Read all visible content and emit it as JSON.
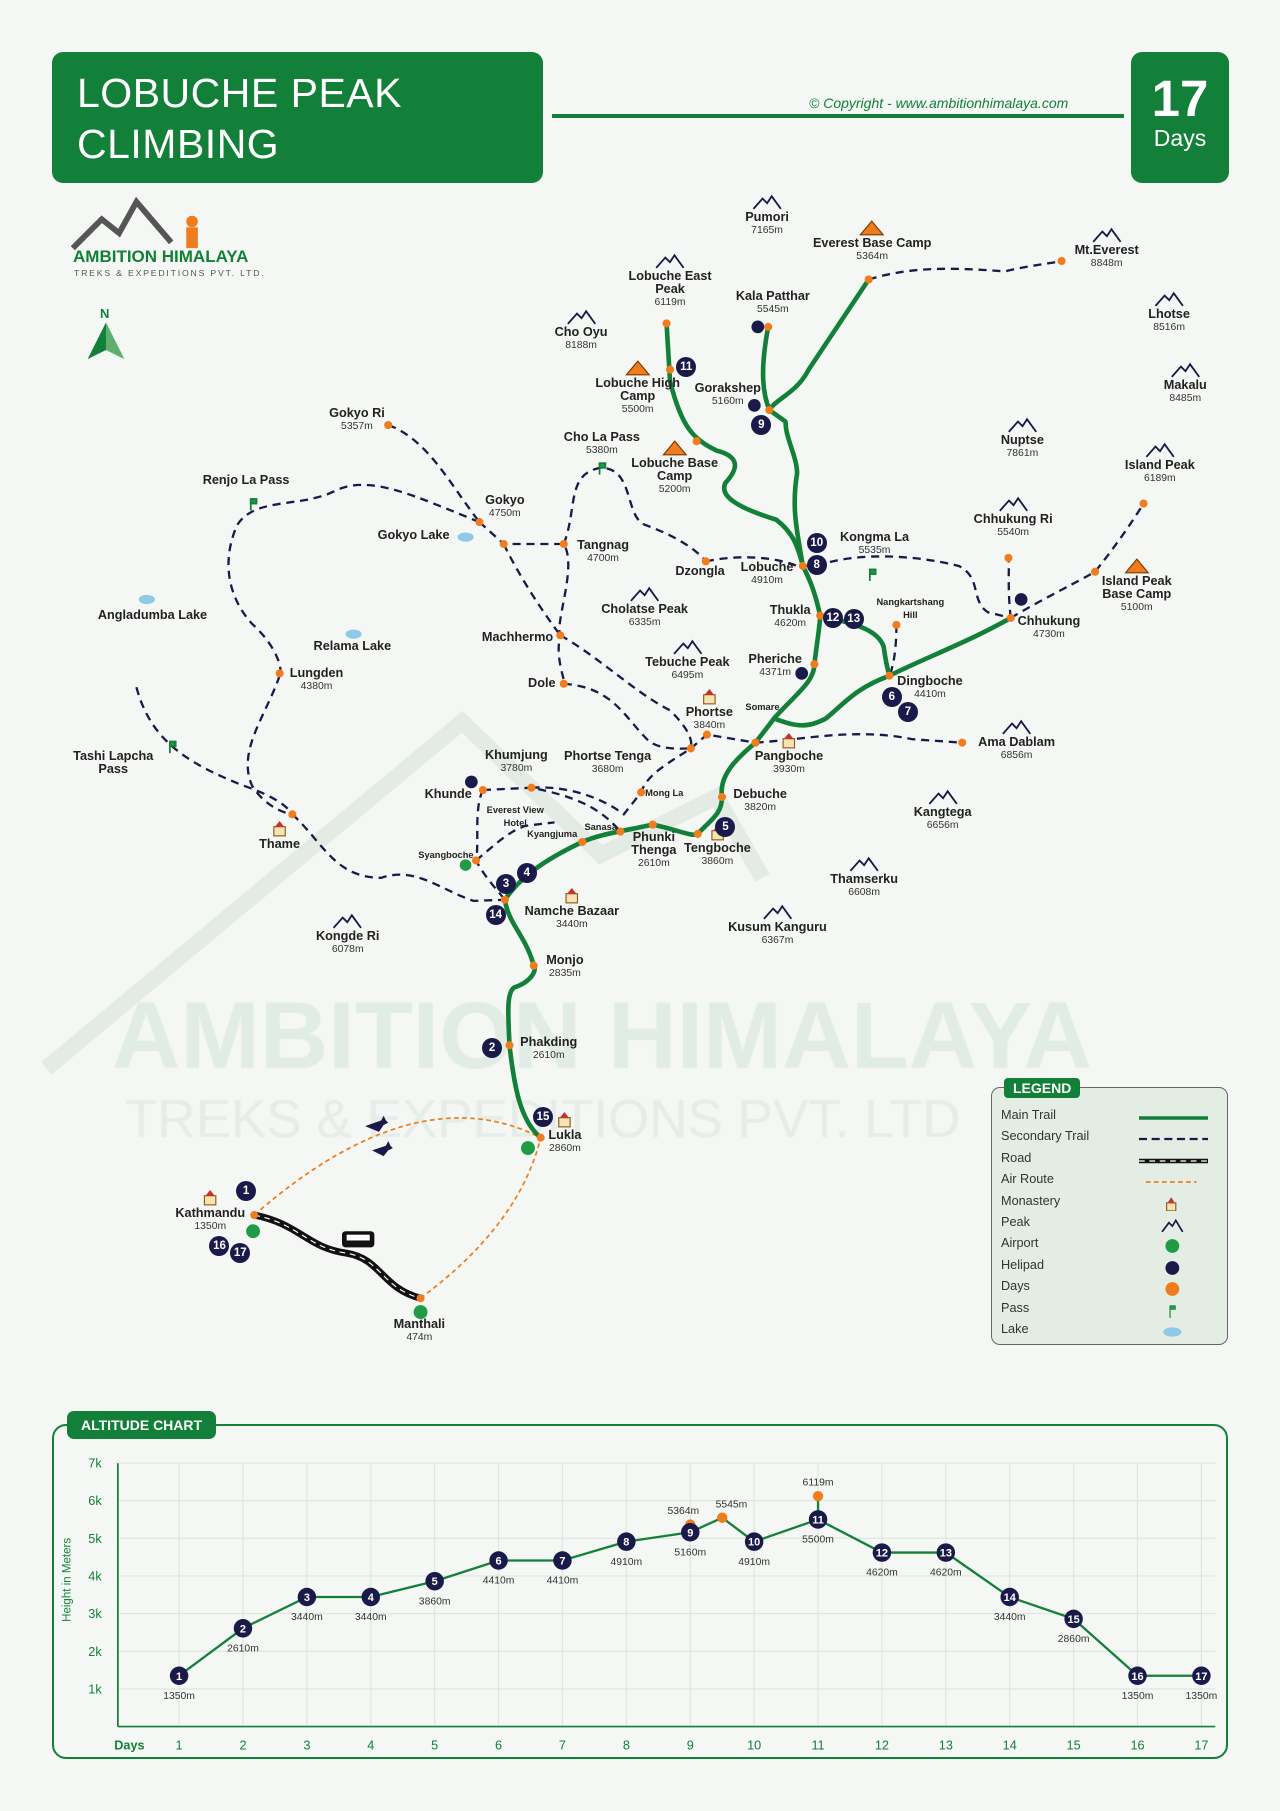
{
  "header": {
    "title_line1": "LOBUCHE PEAK",
    "title_line2": "CLIMBING",
    "copyright": "© Copyright - www.ambitionhimalaya.com",
    "days_count": "17",
    "days_label": "Days"
  },
  "logo": {
    "name": "AMBITION HIMALAYA",
    "subtitle": "TREKS & EXPEDITIONS PVT. LTD."
  },
  "north_label": "N",
  "watermark": {
    "line1": "AMBITION HIMALAYA",
    "line2": "TREKS & EXPEDITIONS PVT. LTD"
  },
  "colors": {
    "brand_green": "#128038",
    "day_navy": "#1a1a4a",
    "village_orange": "#f07c1e"
  },
  "places": [
    {
      "name": "Pumori",
      "alt": "7165m",
      "type": "peak"
    },
    {
      "name": "Everest Base Camp",
      "alt": "5364m",
      "type": "camp"
    },
    {
      "name": "Mt.Everest",
      "alt": "8848m",
      "type": "peak"
    },
    {
      "name": "Lobuche East Peak",
      "alt": "6119m",
      "type": "peak"
    },
    {
      "name": "Kala Patthar",
      "alt": "5545m",
      "type": "town"
    },
    {
      "name": "Lhotse",
      "alt": "8516m",
      "type": "peak"
    },
    {
      "name": "Cho Oyu",
      "alt": "8188m",
      "type": "peak"
    },
    {
      "name": "Lobuche High Camp",
      "alt": "5500m",
      "type": "camp"
    },
    {
      "name": "Gorakshep",
      "alt": "5160m",
      "type": "town"
    },
    {
      "name": "Makalu",
      "alt": "8485m",
      "type": "peak"
    },
    {
      "name": "Gokyo Ri",
      "alt": "5357m",
      "type": "town"
    },
    {
      "name": "Cho La Pass",
      "alt": "5380m",
      "type": "pass"
    },
    {
      "name": "Nuptse",
      "alt": "7861m",
      "type": "peak"
    },
    {
      "name": "Lobuche Base Camp",
      "alt": "5200m",
      "type": "camp"
    },
    {
      "name": "Island Peak",
      "alt": "6189m",
      "type": "peak"
    },
    {
      "name": "Renjo La Pass",
      "alt": "",
      "type": "pass"
    },
    {
      "name": "Gokyo",
      "alt": "4750m",
      "type": "town"
    },
    {
      "name": "Chhukung Ri",
      "alt": "5540m",
      "type": "peak"
    },
    {
      "name": "Gokyo Lake",
      "alt": "",
      "type": "lake"
    },
    {
      "name": "Kongma La",
      "alt": "5535m",
      "type": "pass"
    },
    {
      "name": "Tangnag",
      "alt": "4700m",
      "type": "town"
    },
    {
      "name": "Lobuche",
      "alt": "4910m",
      "type": "town"
    },
    {
      "name": "Dzongla",
      "alt": "",
      "type": "town"
    },
    {
      "name": "Island Peak Base Camp",
      "alt": "5100m",
      "type": "camp"
    },
    {
      "name": "Angladumba Lake",
      "alt": "",
      "type": "lake"
    },
    {
      "name": "Cholatse Peak",
      "alt": "6335m",
      "type": "peak"
    },
    {
      "name": "Thukla",
      "alt": "4620m",
      "type": "town"
    },
    {
      "name": "Nangkartshang Hill",
      "alt": "",
      "type": "town"
    },
    {
      "name": "Chhukung",
      "alt": "4730m",
      "type": "town"
    },
    {
      "name": "Machhermo",
      "alt": "",
      "type": "town"
    },
    {
      "name": "Relama Lake",
      "alt": "",
      "type": "lake"
    },
    {
      "name": "Tebuche Peak",
      "alt": "6495m",
      "type": "peak"
    },
    {
      "name": "Pheriche",
      "alt": "4371m",
      "type": "town"
    },
    {
      "name": "Lungden",
      "alt": "4380m",
      "type": "town"
    },
    {
      "name": "Dingboche",
      "alt": "4410m",
      "type": "town"
    },
    {
      "name": "Dole",
      "alt": "",
      "type": "town"
    },
    {
      "name": "Phortse",
      "alt": "3840m",
      "type": "mon"
    },
    {
      "name": "Somare",
      "alt": "",
      "type": "town"
    },
    {
      "name": "Ama Dablam",
      "alt": "6856m",
      "type": "peak"
    },
    {
      "name": "Tashi Lapcha Pass",
      "alt": "",
      "type": "pass"
    },
    {
      "name": "Khumjung",
      "alt": "3780m",
      "type": "town"
    },
    {
      "name": "Phortse Tenga",
      "alt": "3680m",
      "type": "town"
    },
    {
      "name": "Pangboche",
      "alt": "3930m",
      "type": "mon"
    },
    {
      "name": "Khunde",
      "alt": "",
      "type": "town"
    },
    {
      "name": "Mong La",
      "alt": "",
      "type": "town"
    },
    {
      "name": "Debuche",
      "alt": "3820m",
      "type": "town"
    },
    {
      "name": "Everest View Hotel",
      "alt": "",
      "type": "hotel"
    },
    {
      "name": "Kangtega",
      "alt": "6656m",
      "type": "peak"
    },
    {
      "name": "Thame",
      "alt": "",
      "type": "mon"
    },
    {
      "name": "Sanasa",
      "alt": "",
      "type": "town"
    },
    {
      "name": "Kyangjuma",
      "alt": "",
      "type": "town"
    },
    {
      "name": "Phunki Thenga",
      "alt": "2610m",
      "type": "town"
    },
    {
      "name": "Tengboche",
      "alt": "3860m",
      "type": "mon"
    },
    {
      "name": "Syangboche",
      "alt": "",
      "type": "town"
    },
    {
      "name": "Thamserku",
      "alt": "6608m",
      "type": "peak"
    },
    {
      "name": "Namche Bazaar",
      "alt": "3440m",
      "type": "mon"
    },
    {
      "name": "Kusum Kanguru",
      "alt": "6367m",
      "type": "peak"
    },
    {
      "name": "Kongde Ri",
      "alt": "6078m",
      "type": "peak"
    },
    {
      "name": "Monjo",
      "alt": "2835m",
      "type": "town"
    },
    {
      "name": "Phakding",
      "alt": "2610m",
      "type": "town"
    },
    {
      "name": "Lukla",
      "alt": "2860m",
      "type": "mon"
    },
    {
      "name": "Kathmandu",
      "alt": "1350m",
      "type": "mon"
    },
    {
      "name": "Manthali",
      "alt": "474m",
      "type": "town"
    }
  ],
  "day_markers": [
    "1",
    "2",
    "3",
    "4",
    "5",
    "6",
    "7",
    "8",
    "9",
    "10",
    "11",
    "12",
    "13",
    "14",
    "15",
    "16",
    "17"
  ],
  "legend": {
    "title": "LEGEND",
    "items": [
      {
        "label": "Main Trail",
        "icon": "main-trail"
      },
      {
        "label": "Secondary Trail",
        "icon": "secondary-trail"
      },
      {
        "label": "Road",
        "icon": "road"
      },
      {
        "label": "Air Route",
        "icon": "air-route"
      },
      {
        "label": "Monastery",
        "icon": "monastery"
      },
      {
        "label": "Peak",
        "icon": "peak"
      },
      {
        "label": "Airport",
        "icon": "airport"
      },
      {
        "label": "Helipad",
        "icon": "helipad"
      },
      {
        "label": "Days",
        "icon": "days-dot"
      },
      {
        "label": "Pass",
        "icon": "pass-flag"
      },
      {
        "label": "Lake",
        "icon": "lake"
      }
    ]
  },
  "chart_data": {
    "type": "line",
    "title": "ALTITUDE CHART",
    "xlabel": "Days",
    "ylabel": "Height in Meters",
    "yticks": [
      "1k",
      "2k",
      "3k",
      "4k",
      "5k",
      "6k",
      "7k"
    ],
    "ylim": [
      0,
      7000
    ],
    "x": [
      1,
      2,
      3,
      4,
      5,
      6,
      7,
      8,
      9,
      10,
      11,
      12,
      13,
      14,
      15,
      16,
      17
    ],
    "values": [
      1350,
      2610,
      3440,
      3440,
      3860,
      4410,
      4410,
      4910,
      5160,
      4910,
      5500,
      4620,
      4620,
      3440,
      2860,
      1350,
      1350
    ],
    "value_labels": [
      "1350m",
      "2610m",
      "3440m",
      "3440m",
      "3860m",
      "4410m",
      "4410m",
      "4910m",
      "5160m",
      "4910m",
      "5500m",
      "4620m",
      "4620m",
      "3440m",
      "2860m",
      "1350m",
      "1350m"
    ],
    "side_points": [
      {
        "x": 9,
        "value": 5364,
        "label": "5364m"
      },
      {
        "x": 9.5,
        "value": 5545,
        "label": "5545m"
      },
      {
        "x": 11,
        "value": 6119,
        "label": "6119m"
      }
    ],
    "grid": true
  }
}
